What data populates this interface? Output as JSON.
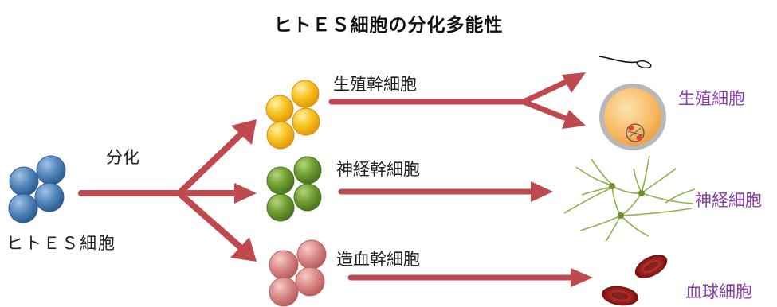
{
  "title": "ヒトＥＳ細胞の分化多能性",
  "source_label": "ヒトＥＳ細胞",
  "differentiation_label": "分化",
  "stem_cells": {
    "germ": "生殖幹細胞",
    "neural": "神経幹細胞",
    "hematopoietic": "造血幹細胞"
  },
  "final_cells": {
    "germ": "生殖細胞",
    "neural": "神経細胞",
    "blood": "血球細胞"
  },
  "colors": {
    "arrow": "#c0494f",
    "es_cell": "#4f82b8",
    "germ_stem": "#f4b81a",
    "neural_stem": "#6f9e31",
    "blood_stem": "#d98a88",
    "final_label": "#8a3fa6",
    "egg": "#f8b760",
    "neuron": "#8fb14a",
    "rbc": "#9c1f1c"
  }
}
